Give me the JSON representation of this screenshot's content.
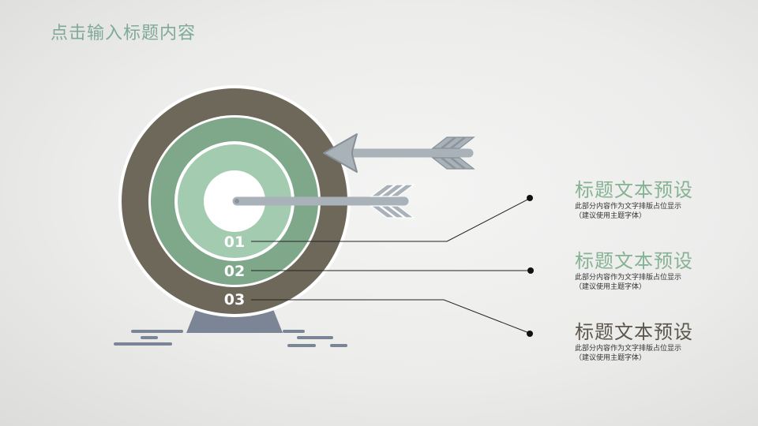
{
  "title": "点击输入标题内容",
  "colors": {
    "outer_ring": "#6e685b",
    "middle_ring": "#7fa88a",
    "inner_ring": "#a3cbb0",
    "arrow": "#a9b1b9",
    "stand": "#7c8595",
    "title_green": "#86b294",
    "title_dark": "#5c574d"
  },
  "rings": [
    {
      "number": "01"
    },
    {
      "number": "02"
    },
    {
      "number": "03"
    }
  ],
  "items": [
    {
      "title": "标题文本预设",
      "desc_line1": "此部分内容作为文字排版占位显示",
      "desc_line2": "（建议使用主题字体）"
    },
    {
      "title": "标题文本预设",
      "desc_line1": "此部分内容作为文字排版占位显示",
      "desc_line2": "（建议使用主题字体）"
    },
    {
      "title": "标题文本预设",
      "desc_line1": "此部分内容作为文字排版占位显示",
      "desc_line2": "（建议使用主题字体）"
    }
  ]
}
